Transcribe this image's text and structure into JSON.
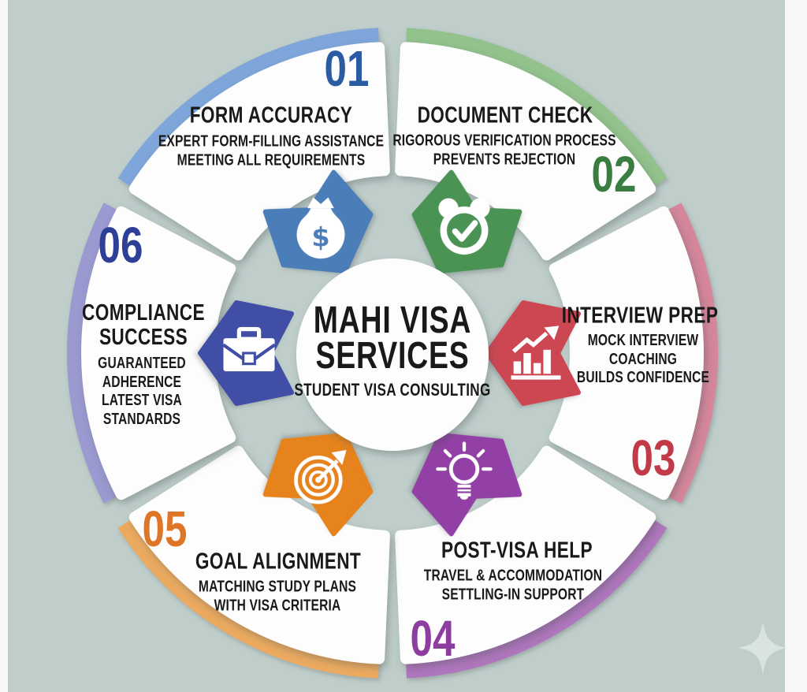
{
  "page": {
    "background_color": "#bfcecb",
    "frame_color": "#f8f8f6"
  },
  "center": {
    "title_line1": "MAHI VISA",
    "title_line2": "SERVICES",
    "subtitle": "STUDENT VISA CONSULTING",
    "circle_color": "#fdfdfd",
    "text_color": "#191919"
  },
  "watermark": {
    "icon": "sparkle-icon",
    "color": "#d9e3e0"
  },
  "segments": [
    {
      "number": "01",
      "title_lines": [
        "FORM ACCURACY"
      ],
      "subtitle_lines": [
        "EXPERT FORM-FILLING ASSISTANCE",
        "MEETING ALL REQUIREMENTS"
      ],
      "icon": "money-bag-icon",
      "number_color": "#2b5ca3",
      "rim_color": "#7ea6da",
      "icon_bg_color": "#4b7db9"
    },
    {
      "number": "02",
      "title_lines": [
        "DOCUMENT CHECK"
      ],
      "subtitle_lines": [
        "RIGOROUS VERIFICATION PROCESS",
        "PREVENTS REJECTION"
      ],
      "icon": "alarm-check-icon",
      "number_color": "#3a7d41",
      "rim_color": "#93c28d",
      "icon_bg_color": "#4c9355"
    },
    {
      "number": "03",
      "title_lines": [
        "INTERVIEW PREP"
      ],
      "subtitle_lines": [
        "MOCK INTERVIEW",
        "COACHING",
        "BUILDS CONFIDENCE"
      ],
      "icon": "chart-up-icon",
      "number_color": "#c23a47",
      "rim_color": "#d5869b",
      "icon_bg_color": "#cd4753"
    },
    {
      "number": "04",
      "title_lines": [
        "POST-VISA HELP"
      ],
      "subtitle_lines": [
        "TRAVEL & ACCOMMODATION",
        "SETTLING-IN SUPPORT"
      ],
      "icon": "bulb-icon",
      "number_color": "#8d3da0",
      "rim_color": "#af76bd",
      "icon_bg_color": "#9341a6"
    },
    {
      "number": "05",
      "title_lines": [
        "GOAL ALIGNMENT"
      ],
      "subtitle_lines": [
        "MATCHING STUDY PLANS",
        "WITH VISA CRITERIA"
      ],
      "icon": "target-icon",
      "number_color": "#de7527",
      "rim_color": "#ecaa60",
      "icon_bg_color": "#e6831f"
    },
    {
      "number": "06",
      "title_lines": [
        "COMPLIANCE",
        "SUCCESS"
      ],
      "subtitle_lines": [
        "GUARANTEED",
        "ADHERENCE",
        "LATEST VISA",
        "STANDARDS"
      ],
      "icon": "briefcase-icon",
      "number_color": "#2d3f97",
      "rim_color": "#9b9ad0",
      "icon_bg_color": "#4050a5"
    }
  ]
}
